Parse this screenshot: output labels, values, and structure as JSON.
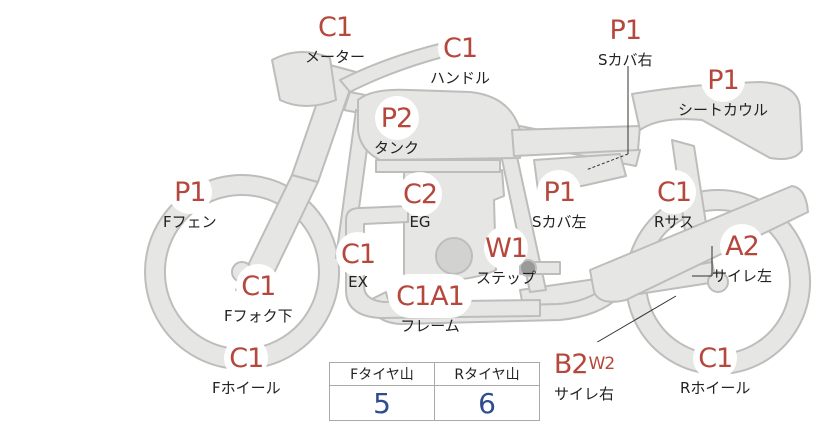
{
  "parts": [
    {
      "id": "meter",
      "code": "C1",
      "sub": "",
      "label": "メーター"
    },
    {
      "id": "handle",
      "code": "C1",
      "sub": "",
      "label": "ハンドル"
    },
    {
      "id": "side-cover-right",
      "code": "P1",
      "sub": "",
      "label": "Sカバ右"
    },
    {
      "id": "seat-cowl",
      "code": "P1",
      "sub": "",
      "label": "シートカウル"
    },
    {
      "id": "tank",
      "code": "P2",
      "sub": "",
      "label": "タンク"
    },
    {
      "id": "front-fender",
      "code": "P1",
      "sub": "",
      "label": "Fフェン"
    },
    {
      "id": "engine",
      "code": "C2",
      "sub": "",
      "label": "EG"
    },
    {
      "id": "side-cover-left",
      "code": "P1",
      "sub": "",
      "label": "Sカバ左"
    },
    {
      "id": "rear-suspension",
      "code": "C1",
      "sub": "",
      "label": "Rサス"
    },
    {
      "id": "exhaust",
      "code": "C1",
      "sub": "",
      "label": "EX"
    },
    {
      "id": "step",
      "code": "W1",
      "sub": "",
      "label": "ステップ"
    },
    {
      "id": "silencer-left",
      "code": "A2",
      "sub": "",
      "label": "サイレ左"
    },
    {
      "id": "front-fork-lower",
      "code": "C1",
      "sub": "",
      "label": "Fフォク下"
    },
    {
      "id": "frame",
      "code": "C1A1",
      "sub": "",
      "label": "フレーム"
    },
    {
      "id": "front-wheel",
      "code": "C1",
      "sub": "",
      "label": "Fホイール"
    },
    {
      "id": "silencer-right",
      "code": "B2",
      "sub": "W2",
      "label": "サイレ右"
    },
    {
      "id": "rear-wheel",
      "code": "C1",
      "sub": "",
      "label": "Rホイール"
    }
  ],
  "tire_table": {
    "front_header": "Fタイヤ山",
    "rear_header": "Rタイヤ山",
    "front_value": "5",
    "rear_value": "6"
  },
  "colors": {
    "bike_fill": "#e6e6e4",
    "bike_stroke": "#bdbdbb",
    "code_text": "#b5473c",
    "value_text": "#2d4d8c"
  }
}
